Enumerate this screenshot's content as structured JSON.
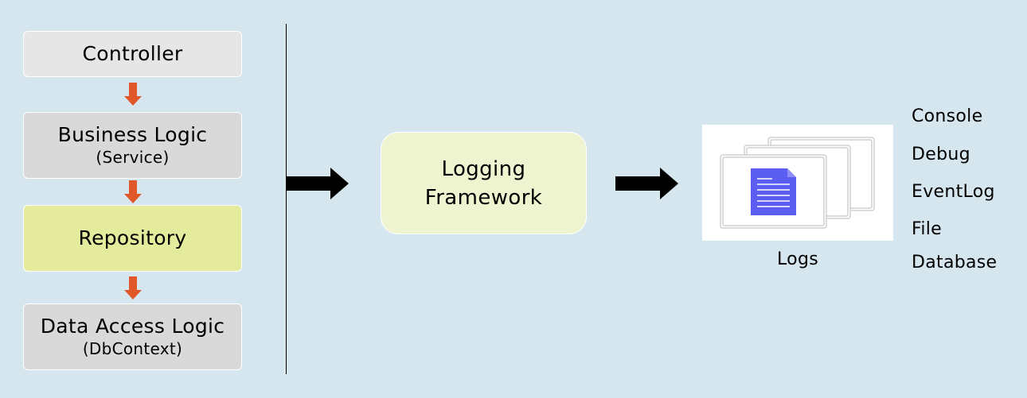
{
  "layers": [
    {
      "title": "Controller",
      "subtitle": "",
      "fill": "#e6e6e6"
    },
    {
      "title": "Business Logic",
      "subtitle": "(Service)",
      "fill": "#d9d9d9"
    },
    {
      "title": "Repository",
      "subtitle": "",
      "fill": "#e5eb9c"
    },
    {
      "title": "Data Access Logic",
      "subtitle": "(DbContext)",
      "fill": "#d9d9d9"
    }
  ],
  "framework": {
    "line1": "Logging",
    "line2": "Framework"
  },
  "logs": {
    "label": "Logs",
    "icon": "document-stack-icon"
  },
  "targets": [
    "Console",
    "Debug",
    "EventLog",
    "File",
    "Database"
  ],
  "colors": {
    "background": "#d6e6ef",
    "down_arrow": "#e0582a",
    "big_arrow": "#000000",
    "framework_fill": "#eff4d0",
    "document_icon": "#5b5cf0"
  }
}
